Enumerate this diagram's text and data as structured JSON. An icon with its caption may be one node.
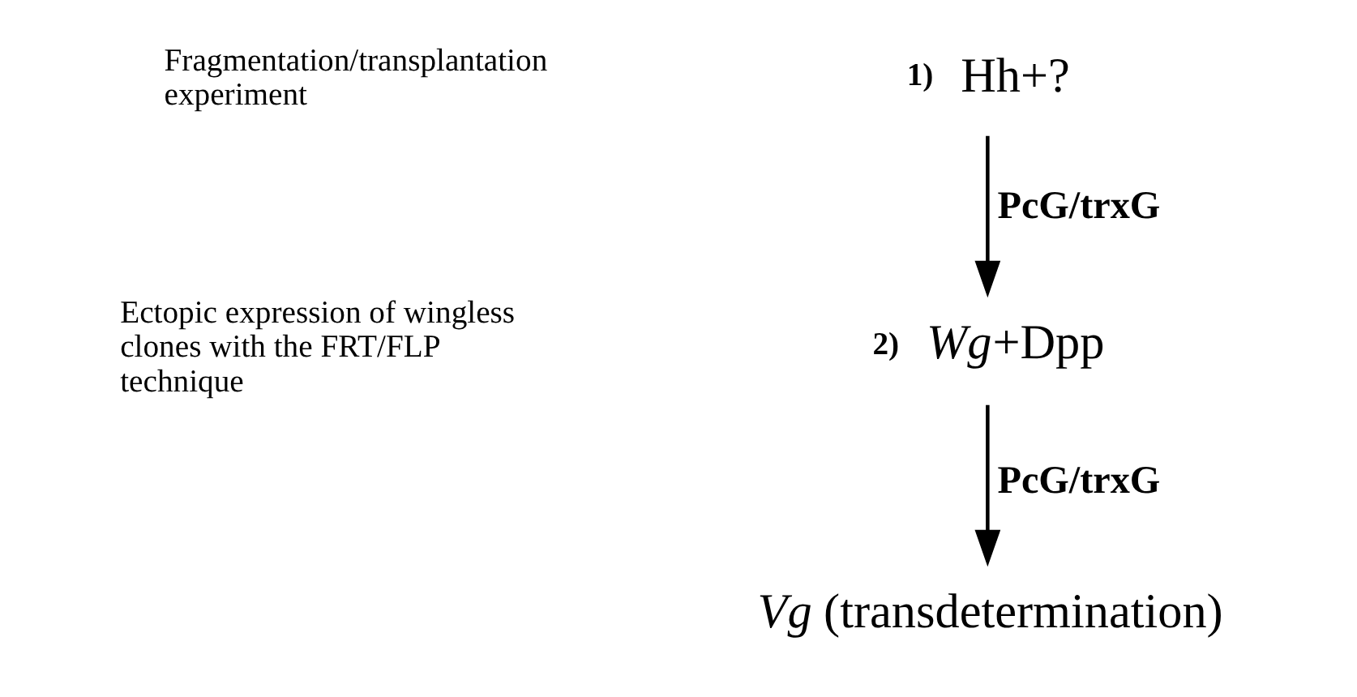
{
  "diagram": {
    "nodes": [
      {
        "text": [
          "Hh+?"
        ],
        "beside": [
          "1)"
        ]
      },
      {
        "text": [
          "*Wg*+Dpp"
        ],
        "beside": [
          "2)"
        ]
      },
      {
        "text": [
          "*Vg* (transdetermination)"
        ]
      }
    ],
    "edges": [
      {
        "from": 0,
        "to": 1,
        "arrow": "to",
        "label": "PcG/trxG"
      },
      {
        "from": 1,
        "to": 2,
        "arrow": "to",
        "label": "PcG/trxG"
      }
    ],
    "labels": [
      "Fragmentation/transplantation experiment",
      "Ectopic expression of wingless clones with the FRT/FLP technique"
    ]
  }
}
